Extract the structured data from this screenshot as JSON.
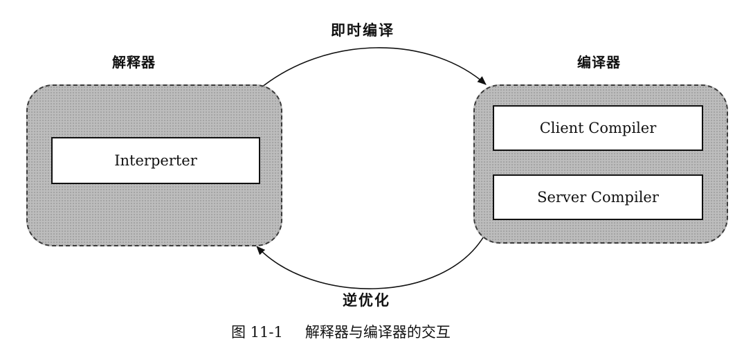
{
  "diagram": {
    "interpreter_group": {
      "title": "解释器",
      "nodes": [
        "Interperter"
      ]
    },
    "compiler_group": {
      "title": "编译器",
      "nodes": [
        "Client Compiler",
        "Server Compiler"
      ]
    },
    "edges": {
      "top": "即时编译",
      "bottom": "逆优化"
    }
  },
  "caption": {
    "number": "图 11-1",
    "text": "解释器与编译器的交互"
  }
}
